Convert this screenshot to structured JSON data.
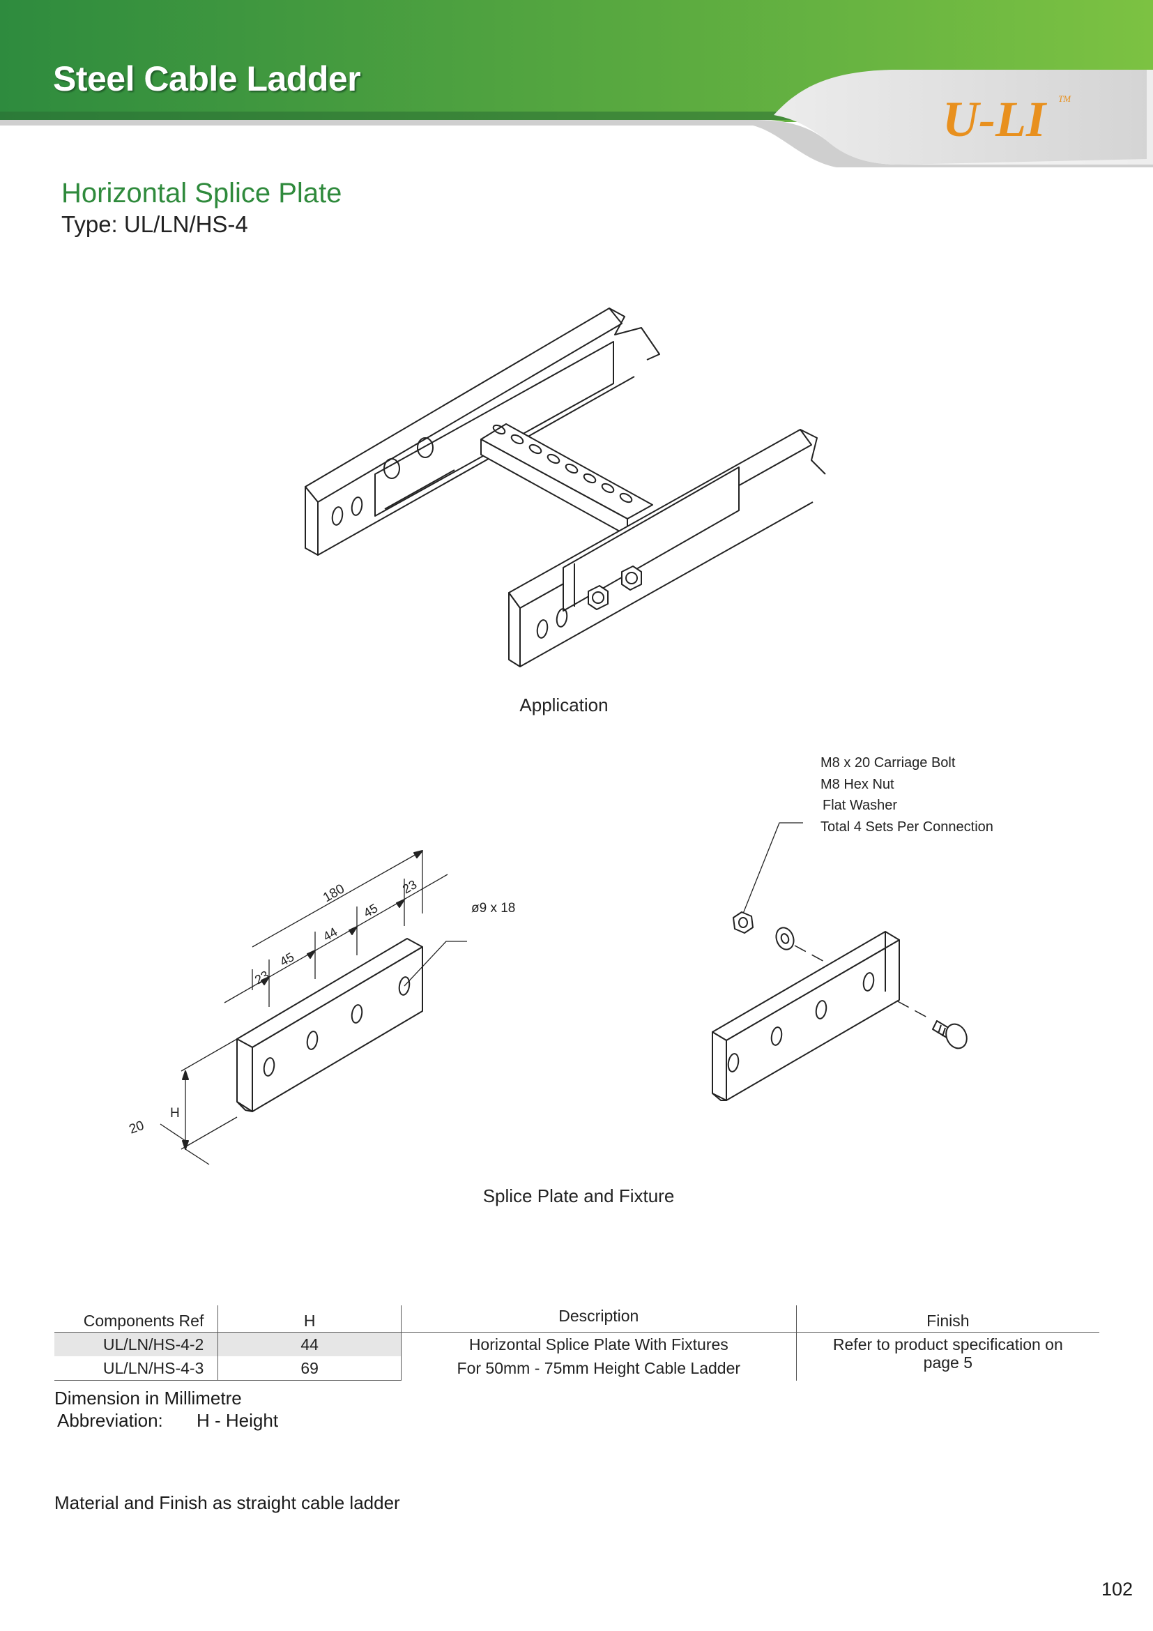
{
  "header": {
    "title": "Steel Cable Ladder",
    "brand": "U-LI",
    "trademark": "TM",
    "colors": {
      "green_dark": "#2e8b3e",
      "green_light": "#7cc242",
      "brand_orange": "#e8901e",
      "swoosh_gray": "#d9d9d9"
    }
  },
  "section": {
    "title": "Horizontal Splice Plate",
    "type_line": "Type: UL/LN/HS-4"
  },
  "figures": {
    "application_caption": "Application",
    "fixture_caption": "Splice Plate and Fixture",
    "dimensions": {
      "overall": "180",
      "d1": "23",
      "d2": "45",
      "d3": "44",
      "d4": "45",
      "d5": "23",
      "slot": "ø9 x 18",
      "flange": "20",
      "height": "H"
    },
    "fixture_labels": [
      "M8 x 20 Carriage Bolt",
      "M8 Hex Nut",
      "Flat Washer",
      "Total 4 Sets Per Connection"
    ]
  },
  "table": {
    "headers": [
      "Components Ref",
      "H",
      "Description",
      "Finish"
    ],
    "rows": [
      {
        "ref": "UL/LN/HS-4-2",
        "h": "44"
      },
      {
        "ref": "UL/LN/HS-4-3",
        "h": "69"
      }
    ],
    "description": [
      "Horizontal Splice Plate With Fixtures",
      "For 50mm - 75mm Height Cable Ladder"
    ],
    "finish": [
      "Refer to product specification on",
      "page 5"
    ]
  },
  "notes": {
    "dimension_unit": "Dimension in Millimetre",
    "abbreviation_label": "Abbreviation:",
    "abbreviation_value": "H - Height",
    "material": "Material and Finish as straight cable ladder"
  },
  "page_number": "102"
}
